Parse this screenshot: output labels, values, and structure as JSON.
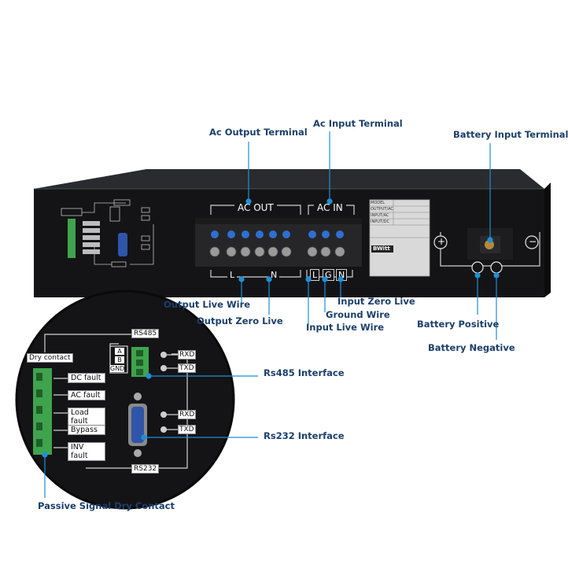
{
  "callouts": {
    "ac_output_terminal": "Ac Output Terminal",
    "ac_input_terminal": "Ac Input Terminal",
    "battery_input_terminal": "Battery Input Terminal",
    "output_live_wire": "Output Live Wire",
    "output_zero_live": "Output Zero Live",
    "input_zero_live": "Input Zero Live",
    "ground_wire": "Ground Wire",
    "input_live_wire": "Input Live Wire",
    "battery_positive": "Battery Positive",
    "battery_negative": "Battery Negative",
    "rs485_interface": "Rs485 Interface",
    "rs232_interface": "Rs232 Interface",
    "passive_signal_dry_contact": "Passive Signal Dry Contact"
  },
  "panel": {
    "ac_out": "AC OUT",
    "ac_in": "AC IN",
    "out_l": "L",
    "out_n": "N",
    "in_l": "L",
    "in_g": "G",
    "in_n": "N",
    "plus": "+",
    "minus": "−"
  },
  "zoom": {
    "dry_contact": "Dry contact",
    "rs485": "RS485",
    "rs232": "RS232",
    "pin_a": "A",
    "pin_b": "B",
    "pin_gnd": "GND",
    "rxd": "RXD",
    "txd": "TXD",
    "rxd2": "RXD",
    "txd2": "TXD",
    "faults": [
      "DC fault",
      "AC fault",
      "Load fault",
      "Bypass",
      "INV fault"
    ]
  },
  "nameplate": {
    "brand": "BWitt",
    "rows": [
      "MODEL",
      "OUTPUT/AC",
      "INPUT/AC",
      "INPUT/DC"
    ]
  },
  "colors": {
    "callout_text": "#1c3f6b",
    "leader_line": "#1f8fd6",
    "chassis": "#141416",
    "terminal_block": "#262628",
    "screw_blue": "#2f6fd0",
    "terminal_green": "#3fa34d"
  }
}
